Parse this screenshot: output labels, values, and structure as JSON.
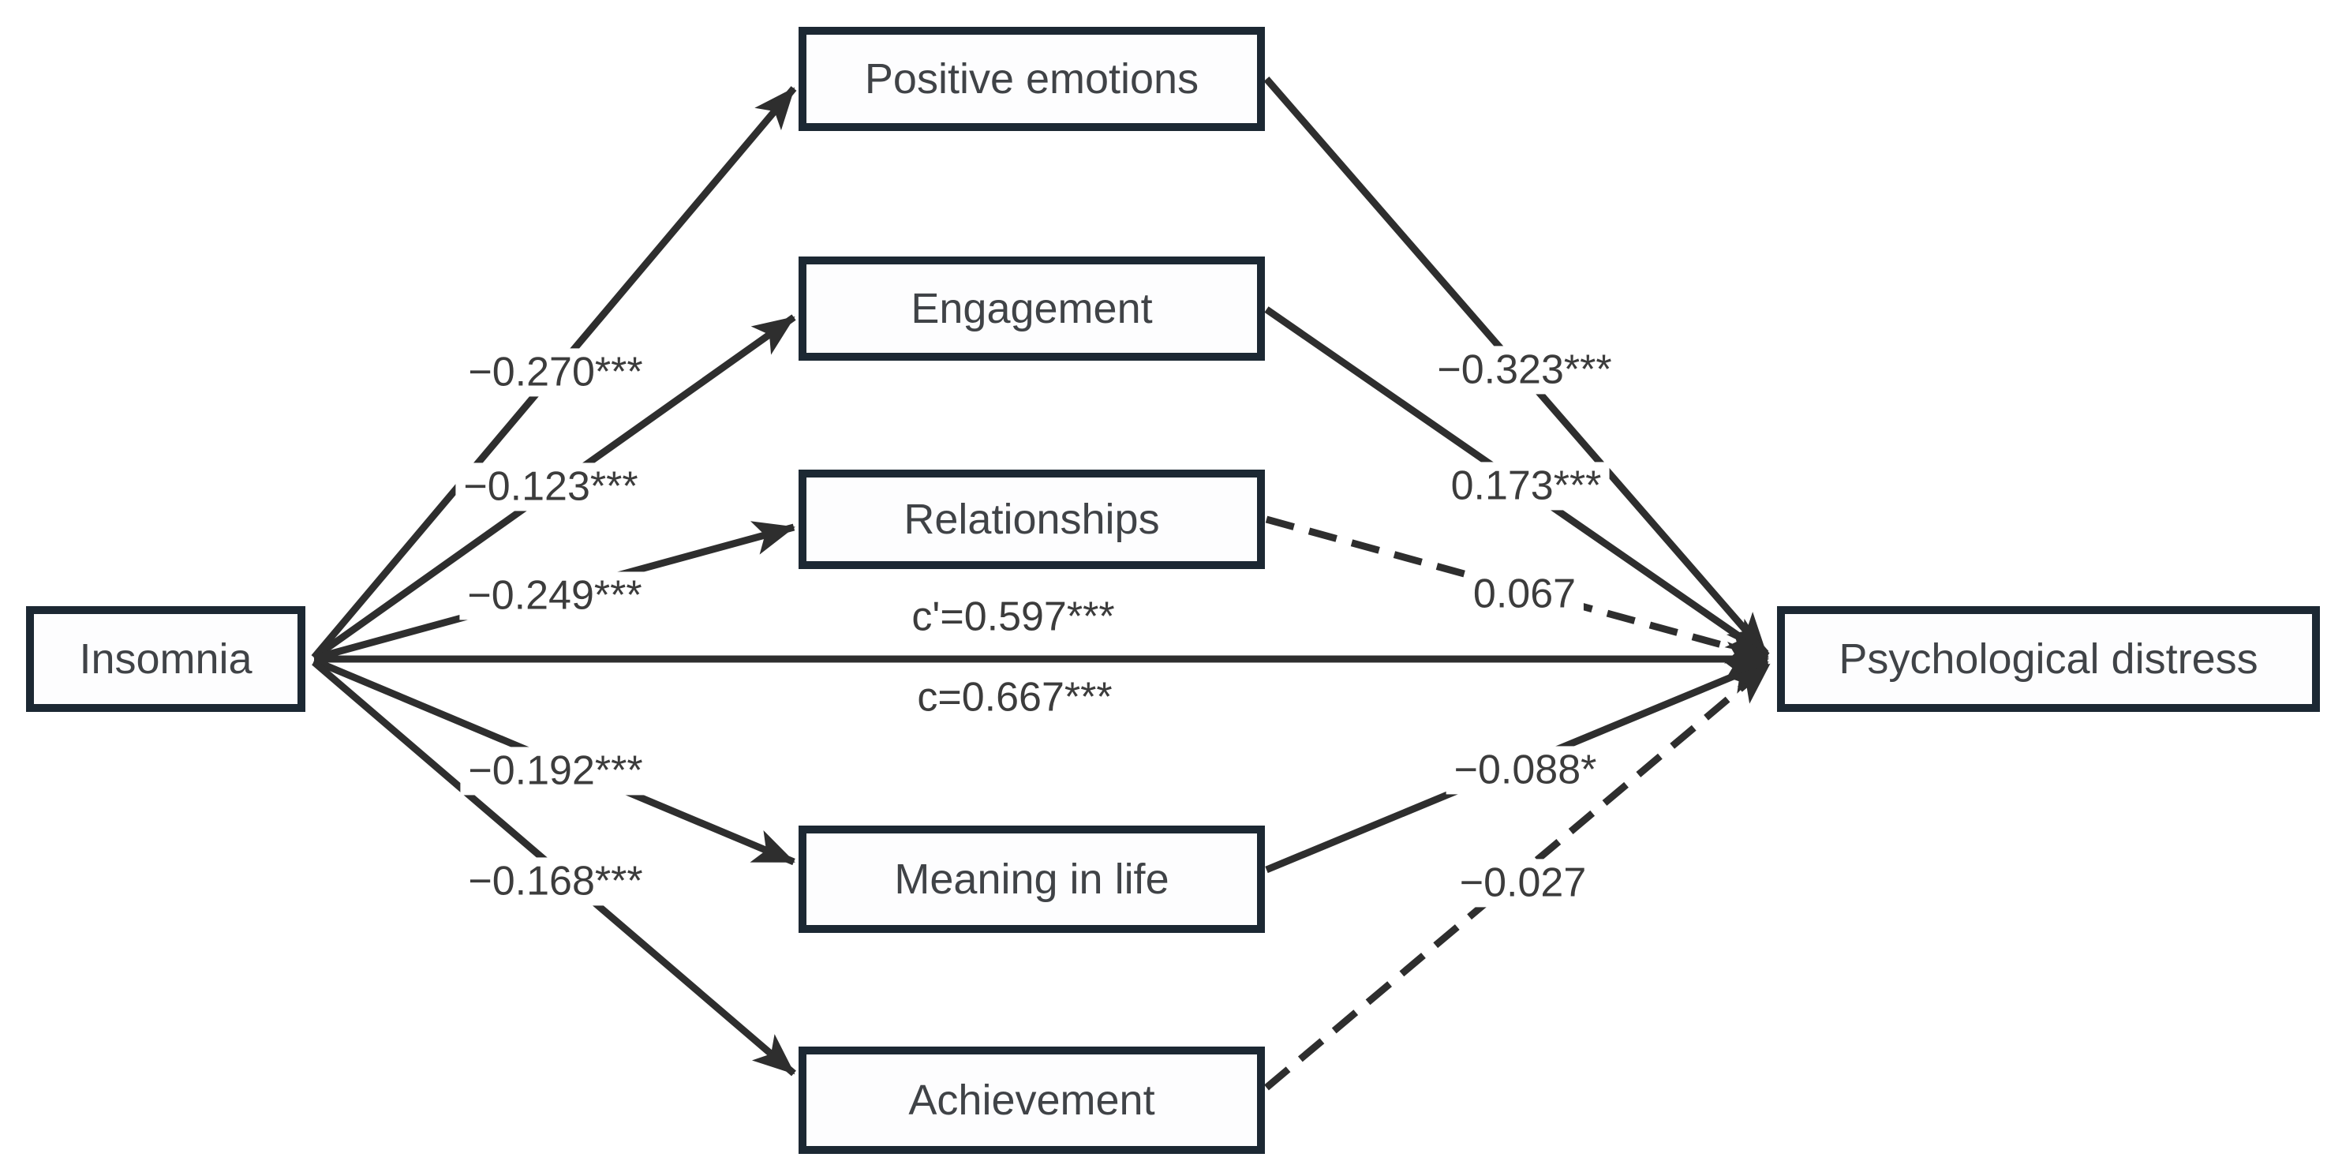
{
  "figure": {
    "type": "mediation-path-diagram",
    "predictor": {
      "label": "Insomnia"
    },
    "outcome": {
      "label": "Psychological distress"
    },
    "mediators": [
      {
        "label": "Positive emotions",
        "a_coef": "−0.270***",
        "b_coef": "−0.323***",
        "b_line_style": "solid"
      },
      {
        "label": "Engagement",
        "a_coef": "−0.123***",
        "b_coef": "0.173***",
        "b_line_style": "solid"
      },
      {
        "label": "Relationships",
        "a_coef": "−0.249***",
        "b_coef": "0.067",
        "b_line_style": "dashed"
      },
      {
        "label": "Meaning in life",
        "a_coef": "−0.192***",
        "b_coef": "−0.088*",
        "b_line_style": "solid"
      },
      {
        "label": "Achievement",
        "a_coef": "−0.168***",
        "b_coef": "−0.027",
        "b_line_style": "dashed"
      }
    ],
    "direct_effect_label": "c'=0.597***",
    "total_effect_label": "c=0.667***"
  },
  "colors": {
    "page_background": "#ffffff",
    "box_background": "#fdfdfe",
    "box_border": "#1c2833",
    "edge_line": "#2e2e2e",
    "node_text": "#404347",
    "coefficient_text": "#3c3c3c"
  }
}
